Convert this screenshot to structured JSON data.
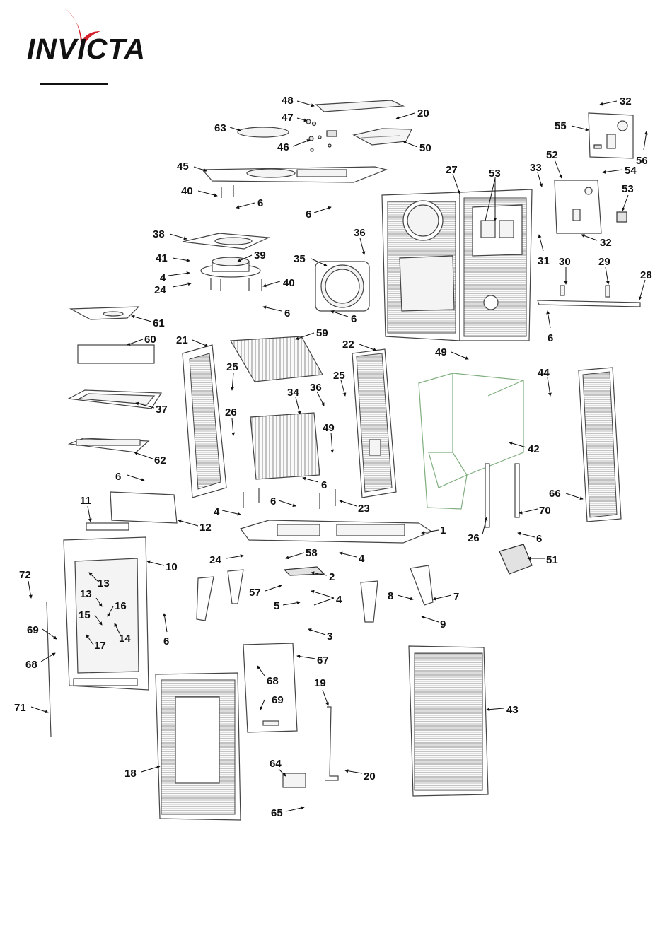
{
  "brand": {
    "name": "INVICTA",
    "accent": "#d4202a",
    "ink": "#111111"
  },
  "callouts": [
    {
      "id": "c48",
      "label": "48"
    },
    {
      "id": "c20a",
      "label": "20"
    },
    {
      "id": "c47",
      "label": "47"
    },
    {
      "id": "c63",
      "label": "63"
    },
    {
      "id": "c46",
      "label": "46"
    },
    {
      "id": "c50",
      "label": "50"
    },
    {
      "id": "c45",
      "label": "45"
    },
    {
      "id": "c40a",
      "label": "40"
    },
    {
      "id": "c6a",
      "label": "6"
    },
    {
      "id": "c6b",
      "label": "6"
    },
    {
      "id": "c27",
      "label": "27"
    },
    {
      "id": "c53a",
      "label": "53"
    },
    {
      "id": "c32a",
      "label": "32"
    },
    {
      "id": "c55",
      "label": "55"
    },
    {
      "id": "c56",
      "label": "56"
    },
    {
      "id": "c52",
      "label": "52"
    },
    {
      "id": "c33",
      "label": "33"
    },
    {
      "id": "c54",
      "label": "54"
    },
    {
      "id": "c53b",
      "label": "53"
    },
    {
      "id": "c32b",
      "label": "32"
    },
    {
      "id": "c31",
      "label": "31"
    },
    {
      "id": "c30",
      "label": "30"
    },
    {
      "id": "c29",
      "label": "29"
    },
    {
      "id": "c28",
      "label": "28"
    },
    {
      "id": "c6c",
      "label": "6"
    },
    {
      "id": "c38",
      "label": "38"
    },
    {
      "id": "c36a",
      "label": "36"
    },
    {
      "id": "c41",
      "label": "41"
    },
    {
      "id": "c39",
      "label": "39"
    },
    {
      "id": "c35",
      "label": "35"
    },
    {
      "id": "c4a",
      "label": "4"
    },
    {
      "id": "c24a",
      "label": "24"
    },
    {
      "id": "c40b",
      "label": "40"
    },
    {
      "id": "c6d",
      "label": "6"
    },
    {
      "id": "c6e",
      "label": "6"
    },
    {
      "id": "c61",
      "label": "61"
    },
    {
      "id": "c60",
      "label": "60"
    },
    {
      "id": "c21",
      "label": "21"
    },
    {
      "id": "c59",
      "label": "59"
    },
    {
      "id": "c22",
      "label": "22"
    },
    {
      "id": "c49a",
      "label": "49"
    },
    {
      "id": "c25a",
      "label": "25"
    },
    {
      "id": "c25b",
      "label": "25"
    },
    {
      "id": "c44",
      "label": "44"
    },
    {
      "id": "c36b",
      "label": "36"
    },
    {
      "id": "c34",
      "label": "34"
    },
    {
      "id": "c37",
      "label": "37"
    },
    {
      "id": "c26a",
      "label": "26"
    },
    {
      "id": "c49b",
      "label": "49"
    },
    {
      "id": "c42",
      "label": "42"
    },
    {
      "id": "c62",
      "label": "62"
    },
    {
      "id": "c6f",
      "label": "6"
    },
    {
      "id": "c6g",
      "label": "6"
    },
    {
      "id": "c66",
      "label": "66"
    },
    {
      "id": "c11",
      "label": "11"
    },
    {
      "id": "c6h",
      "label": "6"
    },
    {
      "id": "c4b",
      "label": "4"
    },
    {
      "id": "c23",
      "label": "23"
    },
    {
      "id": "c70",
      "label": "70"
    },
    {
      "id": "c12",
      "label": "12"
    },
    {
      "id": "c1",
      "label": "1"
    },
    {
      "id": "c26b",
      "label": "26"
    },
    {
      "id": "c6i",
      "label": "6"
    },
    {
      "id": "c58",
      "label": "58"
    },
    {
      "id": "c24b",
      "label": "24"
    },
    {
      "id": "c4c",
      "label": "4"
    },
    {
      "id": "c51",
      "label": "51"
    },
    {
      "id": "c10",
      "label": "10"
    },
    {
      "id": "c72",
      "label": "72"
    },
    {
      "id": "c13a",
      "label": "13"
    },
    {
      "id": "c2",
      "label": "2"
    },
    {
      "id": "c57",
      "label": "57"
    },
    {
      "id": "c13b",
      "label": "13"
    },
    {
      "id": "c8",
      "label": "8"
    },
    {
      "id": "c7",
      "label": "7"
    },
    {
      "id": "c16",
      "label": "16"
    },
    {
      "id": "c5",
      "label": "5"
    },
    {
      "id": "c4d",
      "label": "4"
    },
    {
      "id": "c15",
      "label": "15"
    },
    {
      "id": "c9",
      "label": "9"
    },
    {
      "id": "c69a",
      "label": "69"
    },
    {
      "id": "c14",
      "label": "14"
    },
    {
      "id": "c3",
      "label": "3"
    },
    {
      "id": "c17",
      "label": "17"
    },
    {
      "id": "c6j",
      "label": "6"
    },
    {
      "id": "c68a",
      "label": "68"
    },
    {
      "id": "c67",
      "label": "67"
    },
    {
      "id": "c19",
      "label": "19"
    },
    {
      "id": "c68b",
      "label": "68"
    },
    {
      "id": "c43",
      "label": "43"
    },
    {
      "id": "c71",
      "label": "71"
    },
    {
      "id": "c69b",
      "label": "69"
    },
    {
      "id": "c18",
      "label": "18"
    },
    {
      "id": "c64",
      "label": "64"
    },
    {
      "id": "c20b",
      "label": "20"
    },
    {
      "id": "c65",
      "label": "65"
    }
  ]
}
